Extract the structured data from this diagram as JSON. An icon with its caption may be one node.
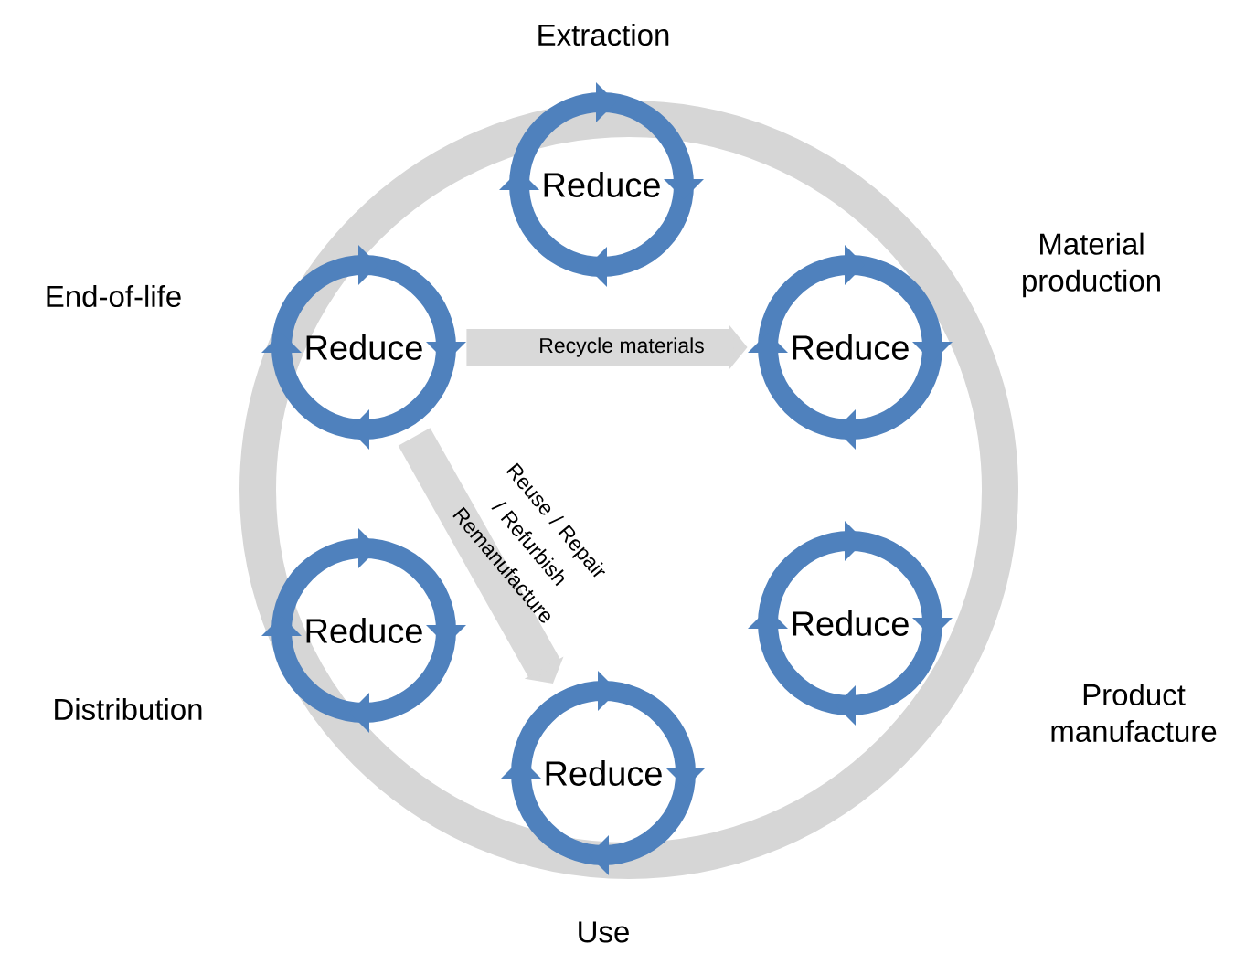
{
  "diagram": {
    "nodes": [
      {
        "text": [
          "Reduce"
        ],
        "beside": [
          "Extraction"
        ]
      },
      {
        "text": [
          "Reduce"
        ],
        "beside": [
          "Material production"
        ]
      },
      {
        "text": [
          "Reduce"
        ],
        "beside": [
          "Product manufacture"
        ]
      },
      {
        "text": [
          "Reduce"
        ],
        "beside": [
          "Use"
        ]
      },
      {
        "text": [
          "Reduce"
        ],
        "beside": [
          "Distribution"
        ]
      },
      {
        "text": [
          "Reduce"
        ],
        "beside": [
          "End-of-life"
        ]
      }
    ],
    "edges": [
      {
        "from": 5,
        "to": 1,
        "arrow": "to",
        "label": "Recycle materials"
      },
      {
        "from": 5,
        "to": 3,
        "arrow": "to",
        "label": "Reuse / Repair / Refurbish Remanufacture"
      }
    ]
  }
}
